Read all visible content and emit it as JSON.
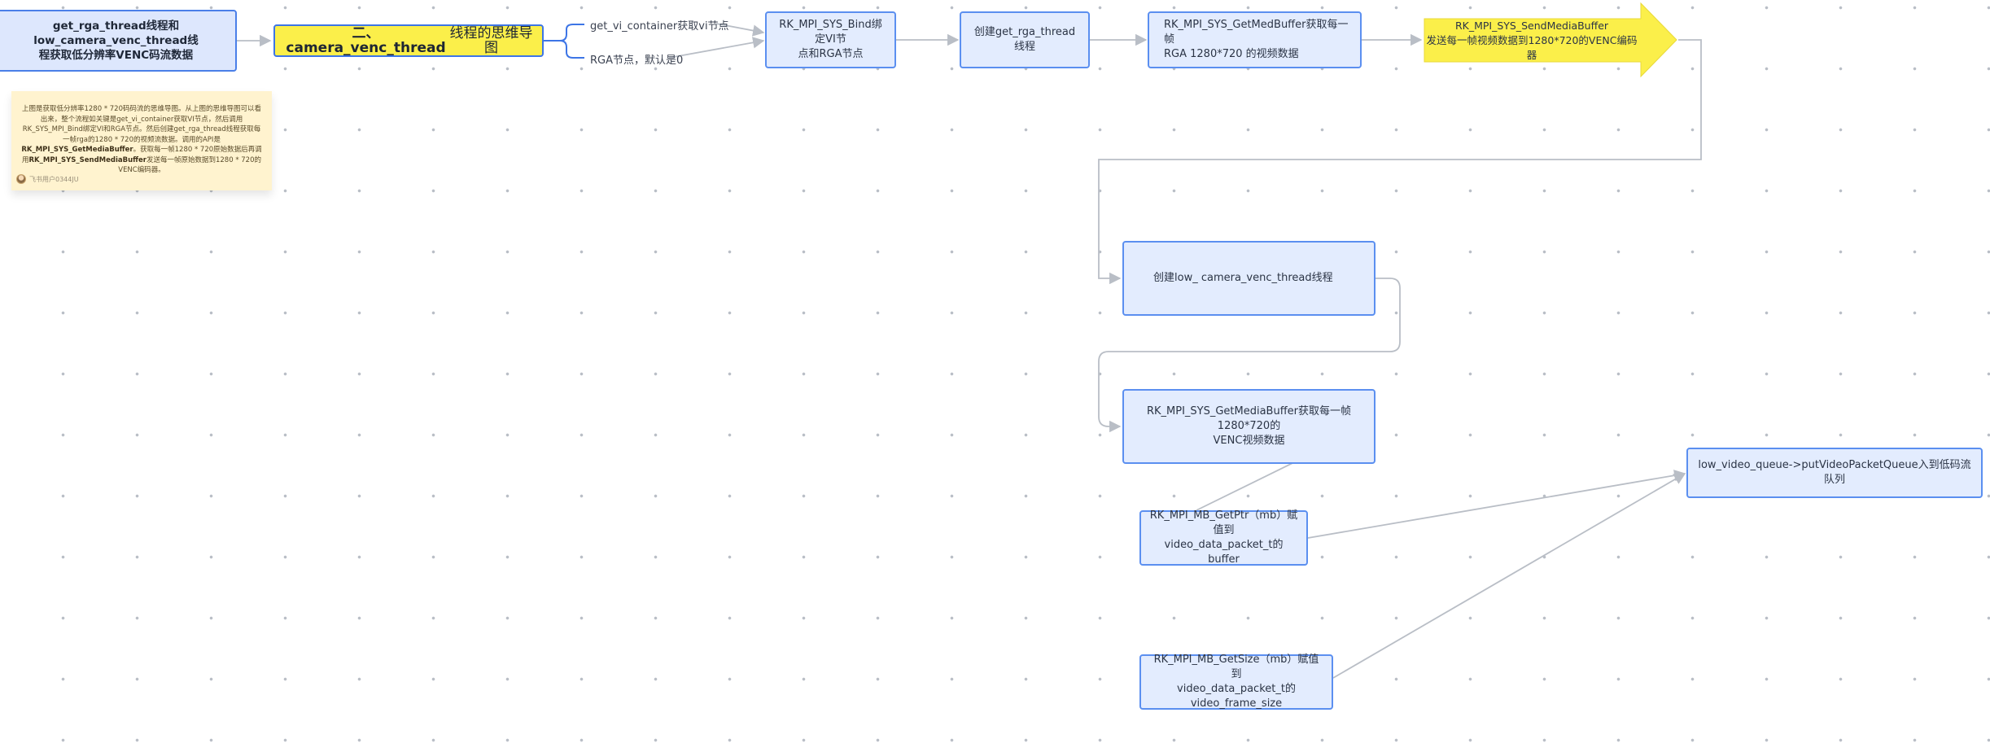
{
  "colors": {
    "node_fill": "#e3ecfe",
    "node_border": "#5b8ff0",
    "highlight_fill": "#fbef4a",
    "connector": "#b9bec6",
    "sticky_fill": "#fff3cf"
  },
  "root": {
    "label": "get_rga_thread线程和low_camera_venc_thread线\n程获取低分辨率VENC码流数据"
  },
  "central": {
    "label_bold": "二、camera_venc_thread",
    "label_rest": "线程的思维导图"
  },
  "branches": {
    "vi": "get_vi_container获取vi节点",
    "rga": "RGA节点，默认是0"
  },
  "steps": {
    "bind": "RK_MPI_SYS_Bind绑定VI节\n点和RGA节点",
    "create_rga": "创建get_rga_thread线程",
    "get_rga_buffer": "RK_MPI_SYS_GetMedBuffer获取每一帧\nRGA 1280*720 的视频数据",
    "send_buffer": "RK_MPI_SYS_SendMediaBuffer\n发送每一帧视频数据到1280*720的VENC编码器",
    "create_low": "创建low_ camera_venc_thread线程",
    "get_venc_buffer": "RK_MPI_SYS_GetMediaBuffer获取每一帧1280*720的\nVENC视频数据",
    "get_ptr": "RK_MPI_MB_GetPtr（mb）赋值到\nvideo_data_packet_t的buffer",
    "get_size": "RK_MPI_MB_GetSize（mb）赋值到\nvideo_data_packet_t的video_frame_size",
    "queue": "low_video_queue->putVideoPacketQueue入到低码流队列"
  },
  "sticky": {
    "line1": "上图是获取低分辨率1280 * 720码码流的思维导图。从上图的思维导图可以看出来，整个流程如关键是get_vi_container获取VI节点，然后调用RK_SYS_MPI_Bind绑定VI和RGA节点。然后创建get_rga_thread线程获取每一帧rga的1280 * 720的视频流数据。调用的API是",
    "api1": "RK_MPI_SYS_GetMediaBuffer",
    "line2": "。获取每一帧1280 * 720原始数据后再调用",
    "api2": "RK_MPI_SYS_SendMediaBuffer",
    "line3": "发送每一帧原始数据到1280 * 720的VENC编码器。",
    "author": "飞书用户0344JU"
  }
}
